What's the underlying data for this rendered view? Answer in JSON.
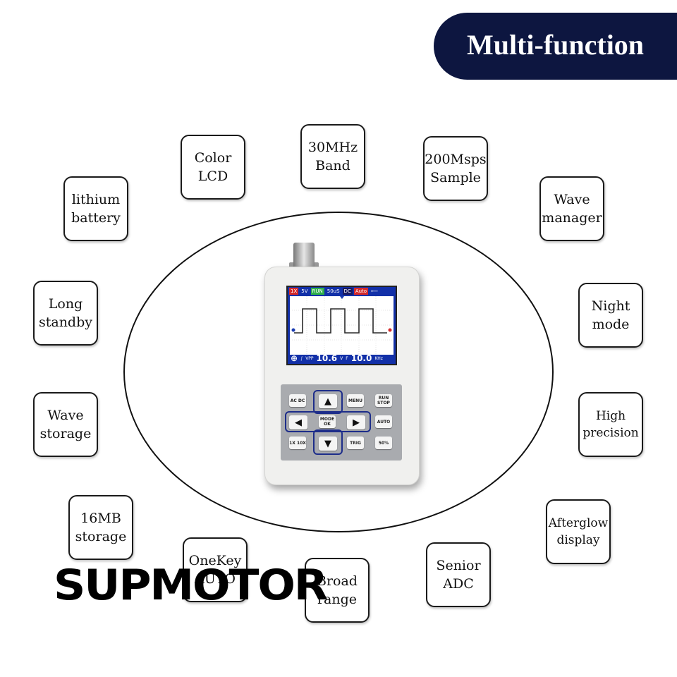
{
  "banner": {
    "title": "Multi-function",
    "color": "#0d1640"
  },
  "features": [
    {
      "id": "lithium-battery",
      "lines": [
        "lithium",
        "battery"
      ]
    },
    {
      "id": "color-lcd",
      "lines": [
        "Color",
        "LCD"
      ]
    },
    {
      "id": "band",
      "lines": [
        "30MHz",
        "Band"
      ]
    },
    {
      "id": "sample",
      "lines": [
        "200Msps",
        "Sample"
      ]
    },
    {
      "id": "wave-manager",
      "lines": [
        "Wave",
        "manager"
      ]
    },
    {
      "id": "long-standby",
      "lines": [
        "Long",
        "standby"
      ]
    },
    {
      "id": "night-mode",
      "lines": [
        "Night",
        "mode"
      ]
    },
    {
      "id": "wave-storage",
      "lines": [
        "Wave",
        "storage"
      ]
    },
    {
      "id": "high-precision",
      "lines": [
        "High",
        "precision"
      ]
    },
    {
      "id": "storage-16mb",
      "lines": [
        "16MB",
        "storage"
      ]
    },
    {
      "id": "afterglow-display",
      "lines": [
        "Afterglow",
        "display"
      ]
    },
    {
      "id": "onekey-auto",
      "lines": [
        "OneKey",
        "AUTO"
      ]
    },
    {
      "id": "broad-range",
      "lines": [
        "Broad",
        "range"
      ]
    },
    {
      "id": "senior-adc",
      "lines": [
        "Senior",
        "ADC"
      ]
    }
  ],
  "device": {
    "status_bar": [
      "1X",
      "5V",
      "RUN",
      "50uS",
      "DC",
      "Auto",
      "⟵"
    ],
    "bottom_bar": {
      "vpp_label": "VPP",
      "vpp_value": "10.6",
      "vpp_unit": "V",
      "f_label": "F",
      "f_value": "10.0",
      "f_unit": "KHz"
    },
    "keys": {
      "acdc": "AC DC",
      "menu": "MENU",
      "runstop": "RUN STOP",
      "mode": "MODE OK",
      "auto": "AUTO",
      "probe": "1X 10X",
      "trig": "TRIG",
      "fifty": "50%"
    },
    "screen_color": "#1230a8"
  },
  "brand": {
    "logo": "SUPMOTOR"
  }
}
